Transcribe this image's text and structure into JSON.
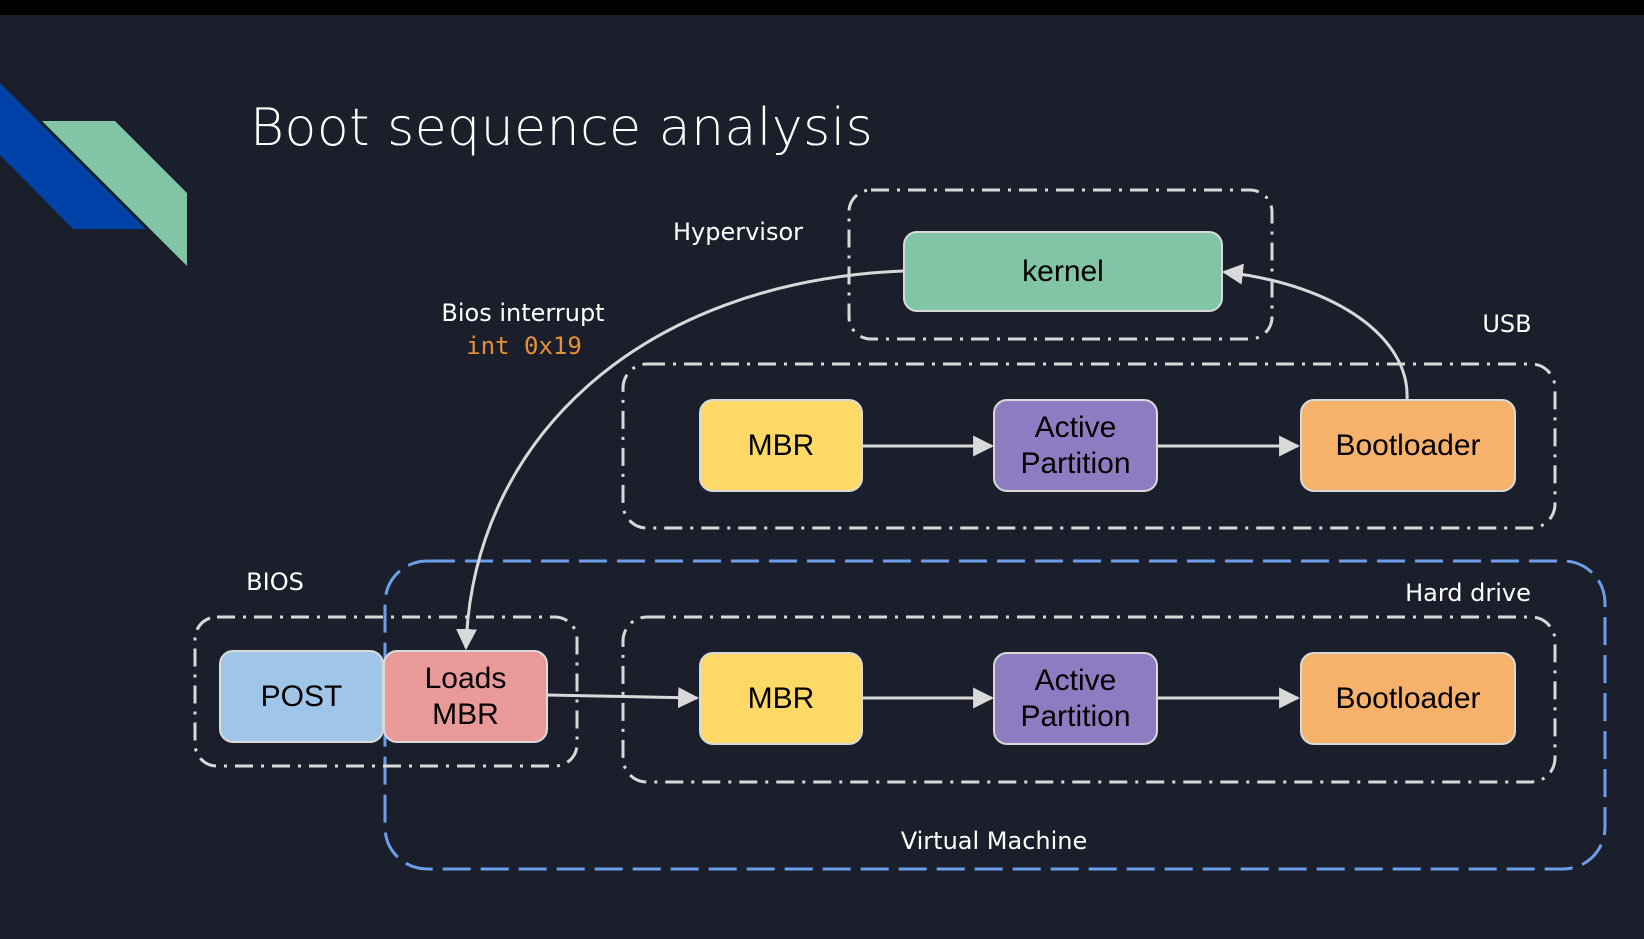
{
  "slide": {
    "title": "Boot sequence analysis",
    "accent_colors": {
      "logo_blue": "#0043a8",
      "logo_green": "#82c5a6",
      "background": "#1b1f2b"
    }
  },
  "groups": {
    "hypervisor": {
      "label": "Hypervisor",
      "style": "dash-dot",
      "color": "#d9d9d9"
    },
    "usb": {
      "label": "USB",
      "style": "dash-dot",
      "color": "#d9d9d9"
    },
    "bios": {
      "label": "BIOS",
      "style": "dash-dot",
      "color": "#d9d9d9"
    },
    "hard_drive": {
      "label": "Hard drive",
      "style": "dash-dot",
      "color": "#d9d9d9"
    },
    "virtual_machine": {
      "label": "Virtual Machine",
      "style": "dashed",
      "color": "#6d9eeb"
    }
  },
  "nodes": {
    "kernel": {
      "label": "kernel",
      "color": "#82c5a6"
    },
    "usb_mbr": {
      "label": "MBR",
      "color": "#ffd966"
    },
    "usb_active_partition": {
      "label": "Active\nPartition",
      "line1": "Active",
      "line2": "Partition",
      "color": "#8e7cc3"
    },
    "usb_bootloader": {
      "label": "Bootloader",
      "color": "#f6b26b"
    },
    "post": {
      "label": "POST",
      "color": "#9fc5e8"
    },
    "loads_mbr": {
      "label": "Loads\nMBR",
      "line1": "Loads",
      "line2": "MBR",
      "color": "#ea9999"
    },
    "hd_mbr": {
      "label": "MBR",
      "color": "#ffd966"
    },
    "hd_active_partition": {
      "label": "Active\nPartition",
      "line1": "Active",
      "line2": "Partition",
      "color": "#8e7cc3"
    },
    "hd_bootloader": {
      "label": "Bootloader",
      "color": "#f6b26b"
    }
  },
  "edges": [
    {
      "from": "kernel",
      "to": "loads_mbr",
      "label": "Bios interrupt",
      "code": "int 0x19"
    },
    {
      "from": "usb_mbr",
      "to": "usb_active_partition"
    },
    {
      "from": "usb_active_partition",
      "to": "usb_bootloader"
    },
    {
      "from": "usb_bootloader",
      "to": "kernel"
    },
    {
      "from": "loads_mbr",
      "to": "hd_mbr"
    },
    {
      "from": "hd_mbr",
      "to": "hd_active_partition"
    },
    {
      "from": "hd_active_partition",
      "to": "hd_bootloader"
    }
  ],
  "annotations": {
    "bios_interrupt": "Bios interrupt",
    "interrupt_code": "int 0x19"
  }
}
